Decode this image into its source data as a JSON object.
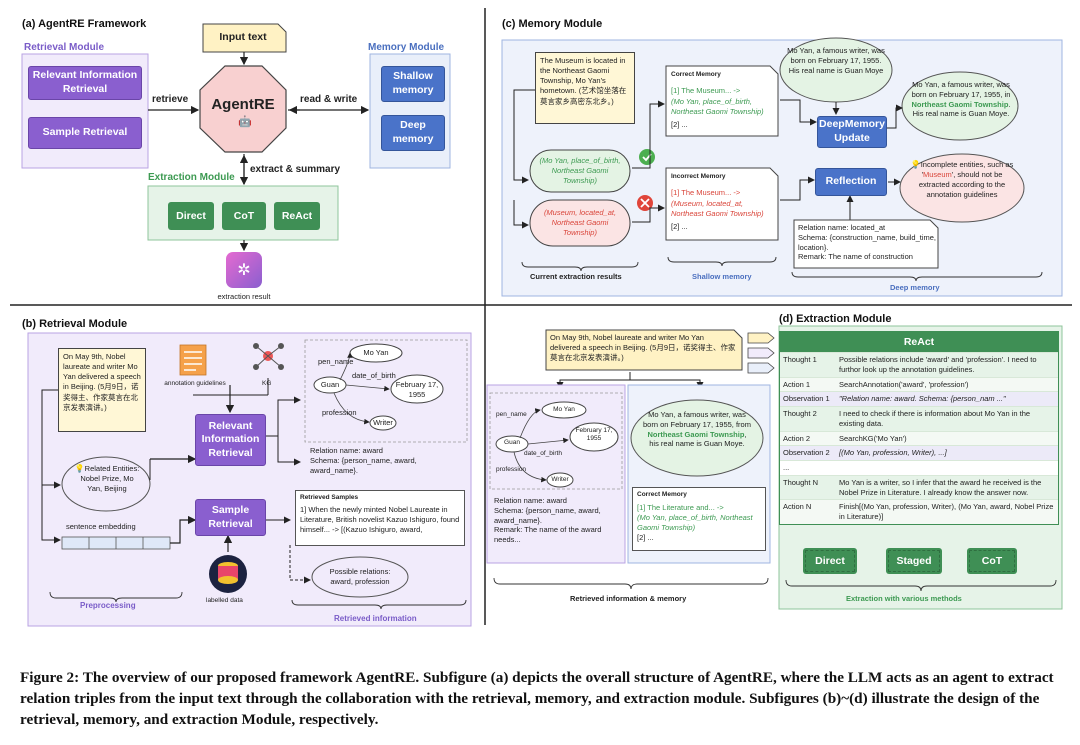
{
  "colors": {
    "purple": "#8a5fcf",
    "blue": "#4a73c9",
    "green": "#3f8f55",
    "note_yellow": "#fff7d6",
    "correct_green": "#4caf50",
    "incorrect_red": "#e0453a"
  },
  "panel_a": {
    "title": "(a) AgentRE Framework",
    "input_text": "Input text",
    "agent": "AgentRE",
    "agent_icon": "robot-icon",
    "retrieval_label": "Retrieval Module",
    "retrieval_items": [
      "Relevant Information Retrieval",
      "Sample Retrieval"
    ],
    "memory_label": "Memory Module",
    "memory_items": [
      "Shallow memory",
      "Deep memory"
    ],
    "extraction_label": "Extraction Module",
    "extraction_items": [
      "Direct",
      "CoT",
      "ReAct"
    ],
    "arrow_retrieve": "retrieve",
    "arrow_read_write": "read & write",
    "arrow_extract": "extract & summary",
    "result_icon": "extraction-result-icon",
    "result_label": "extraction result"
  },
  "panel_b": {
    "title": "(b) Retrieval Module",
    "input_note": "On May 9th, Nobel laureate and writer Mo Yan delivered a speech in Beijing. (5月9日，诺奖得主、作家莫言在北京发表演讲。)",
    "annotation_label": "annotation guidelines",
    "kg_label": "KG",
    "relevant_box": "Relevant Information Retrieval",
    "sample_box": "Sample Retrieval",
    "related_entities": "Related Entities: Nobel Prize, Mo Yan, Beijing",
    "sentence_embedding": "sentence embedding",
    "labelled_data": "labelled data",
    "kg_nodes": {
      "center": "Guan",
      "pen_name": "Mo Yan",
      "date": "February 17, 1955",
      "profession": "Writer"
    },
    "kg_edges": {
      "pen_name": "pen_name",
      "date": "date_of_birth",
      "profession": "profession"
    },
    "relation_schema": "Relation name: award\nSchema: {person_name, award, award_name}.",
    "retrieved_samples_title": "Retrieved Samples",
    "retrieved_samples_text": "1] When the newly minted Nobel Laureate in Literature, British novelist Kazuo Ishiguro, found himself... -> [(Kazuo Ishiguro, award,",
    "possible_relations": "Possible relations: award, profession",
    "preprocessing_label": "Preprocessing",
    "retrieved_info_label": "Retrieved information"
  },
  "panel_c": {
    "title": "(c) Memory Module",
    "input_note": "The Museum is located in the Northeast Gaomi Township, Mo Yan's hometown. (艺术馆坐落在莫言家乡高密东北乡。)",
    "correct_triple": "(Mo Yan, place_of_birth, Northeast Gaomi Township)",
    "incorrect_triple": "(Museum, located_at, Northeast Gaomi Township)",
    "correct_memory_title": "Correct Memory",
    "correct_memory_line1": "[1] The Museum... ->",
    "correct_memory_line2": "(Mo Yan, place_of_birth, Northeast Gaomi Township)",
    "correct_memory_line3": "[2] ...",
    "incorrect_memory_title": "Incorrect Memory",
    "incorrect_memory_line1": "[1] The Museum... ->",
    "incorrect_memory_line2": "(Museum, located_at, Northeast Gaomi Township)",
    "incorrect_memory_line3": "[2] ...",
    "thought_cloud": "Mo Yan, a famous writer, was born on February 17, 1955. His real name is Guan Moye",
    "deepmemory_box": "DeepMemory Update",
    "updated_cloud_pre": "Mo Yan, a famous writer, was born on February 17, 1955, in ",
    "updated_cloud_highlight": "Northeast Gaomi Township",
    "updated_cloud_post": ". His real name is Guan Moye.",
    "reflection_box": "Reflection",
    "reflection_cloud_pre": "Incomplete entities, such as '",
    "reflection_cloud_highlight": "Museum",
    "reflection_cloud_post": "', should not be extracted according to the annotation guidelines",
    "reflection_icon": "lightbulb-icon",
    "schema_note": "Relation name: located_at\nSchema: {construction_name, build_time, location}.\nRemark: The name of construction",
    "current_results_label": "Current extraction results",
    "shallow_memory_label": "Shallow memory",
    "deep_memory_label": "Deep memory"
  },
  "panel_d": {
    "title": "(d) Extraction Module",
    "input_note": "On May 9th, Nobel laureate and writer Mo Yan delivered a speech in Beijing. (5月9日，诺奖得主、作家莫言在北京发表演讲。)",
    "kg_nodes": {
      "center": "Guan",
      "pen_name": "Mo Yan",
      "date": "February 17, 1955",
      "profession": "Writer"
    },
    "kg_edges": {
      "pen_name": "pen_name",
      "date": "date_of_birth",
      "profession": "profession"
    },
    "relation_schema": "Relation name: award\nSchema: {person_name, award, award_name}.\nRemark: The name of the award needs...",
    "memory_cloud_pre": "Mo Yan, a famous writer, was born on February 17, 1955, from ",
    "memory_cloud_highlight": "Northeast Gaomi Township",
    "memory_cloud_post": ", his real name is Guan Moye.",
    "correct_memory_title": "Correct Memory",
    "correct_memory_line1": "[1] The Literature and... ->",
    "correct_memory_line2": "(Mo Yan, place_of_birth, Northeast Gaomi Township)",
    "correct_memory_line3": "[2] ...",
    "retrieved_label": "Retrieved information & memory",
    "react_title": "ReAct",
    "react_rows": [
      {
        "k": "Thought 1",
        "v": "Possible relations include 'award' and 'profession'. I need to furthor look up the annotation guidelines."
      },
      {
        "k": "Action 1",
        "v": "SearchAnnotation('award', 'profession')"
      },
      {
        "k": "Observation 1",
        "v": "\"Relation name: award. Schema: {person_nam ...\""
      },
      {
        "k": "Thought 2",
        "v": "I need to check if there is information about Mo Yan in the existing data."
      },
      {
        "k": "Action 2",
        "v": "SearchKG('Mo Yan')"
      },
      {
        "k": "Observation 2",
        "v": "[(Mo Yan, profession, Writer), ...]"
      },
      {
        "k": "...",
        "v": ""
      },
      {
        "k": "Thought N",
        "v": "Mo Yan is a writer, so I infer that the award he received is the Nobel Prize in Literature. I already know the answer now."
      },
      {
        "k": "Action N",
        "v": "Finish[(Mo Yan, profession, Writer), (Mo Yan, award, Nobel Prize in Literature)]"
      }
    ],
    "methods": [
      "Direct",
      "Staged",
      "CoT"
    ],
    "methods_label": "Extraction with various methods"
  },
  "caption": "Figure 2: The overview of our proposed framework AgentRE. Subfigure (a) depicts the overall structure of AgentRE, where the LLM acts as an agent to extract relation triples from the input text through the collaboration with the retrieval, memory, and extraction module. Subfigures (b)~(d) illustrate the design of the retrieval, memory, and extraction Module, respectively."
}
